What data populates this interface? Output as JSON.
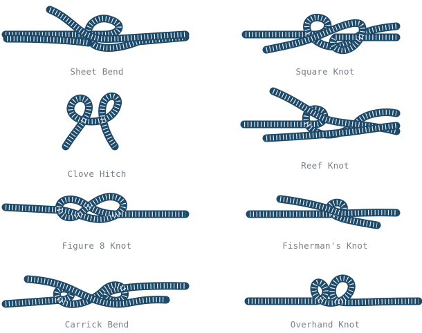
{
  "colors": {
    "rope": "#1e4a6a",
    "rope_twist": "#ffffff",
    "label": "#7a8288",
    "background": "#ffffff"
  },
  "knots": [
    {
      "name": "Sheet Bend"
    },
    {
      "name": "Square Knot"
    },
    {
      "name": "Clove Hitch"
    },
    {
      "name": "Reef Knot"
    },
    {
      "name": "Figure 8 Knot"
    },
    {
      "name": "Fisherman's Knot"
    },
    {
      "name": "Carrick Bend"
    },
    {
      "name": "Overhand Knot"
    }
  ]
}
